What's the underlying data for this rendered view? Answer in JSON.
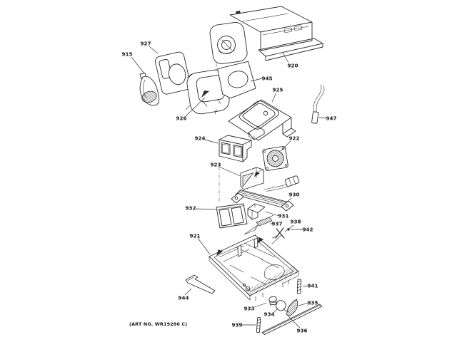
{
  "figure": {
    "art_no": "(ART NO. WR19286 C)"
  },
  "colors": {
    "background": "#ffffff",
    "line": "#2b2b2b",
    "label_text": "#1a1a1a"
  },
  "callouts": {
    "915": "915",
    "920": "920",
    "921": "921",
    "922": "922",
    "923": "923",
    "924": "924",
    "925": "925",
    "926": "926",
    "927": "927",
    "930": "930",
    "931": "931",
    "932": "932",
    "933": "933",
    "934": "934",
    "935": "935",
    "936": "936",
    "937": "937",
    "938": "938",
    "939": "939",
    "941": "941",
    "942": "942",
    "944": "944",
    "945": "945",
    "947": "947"
  }
}
